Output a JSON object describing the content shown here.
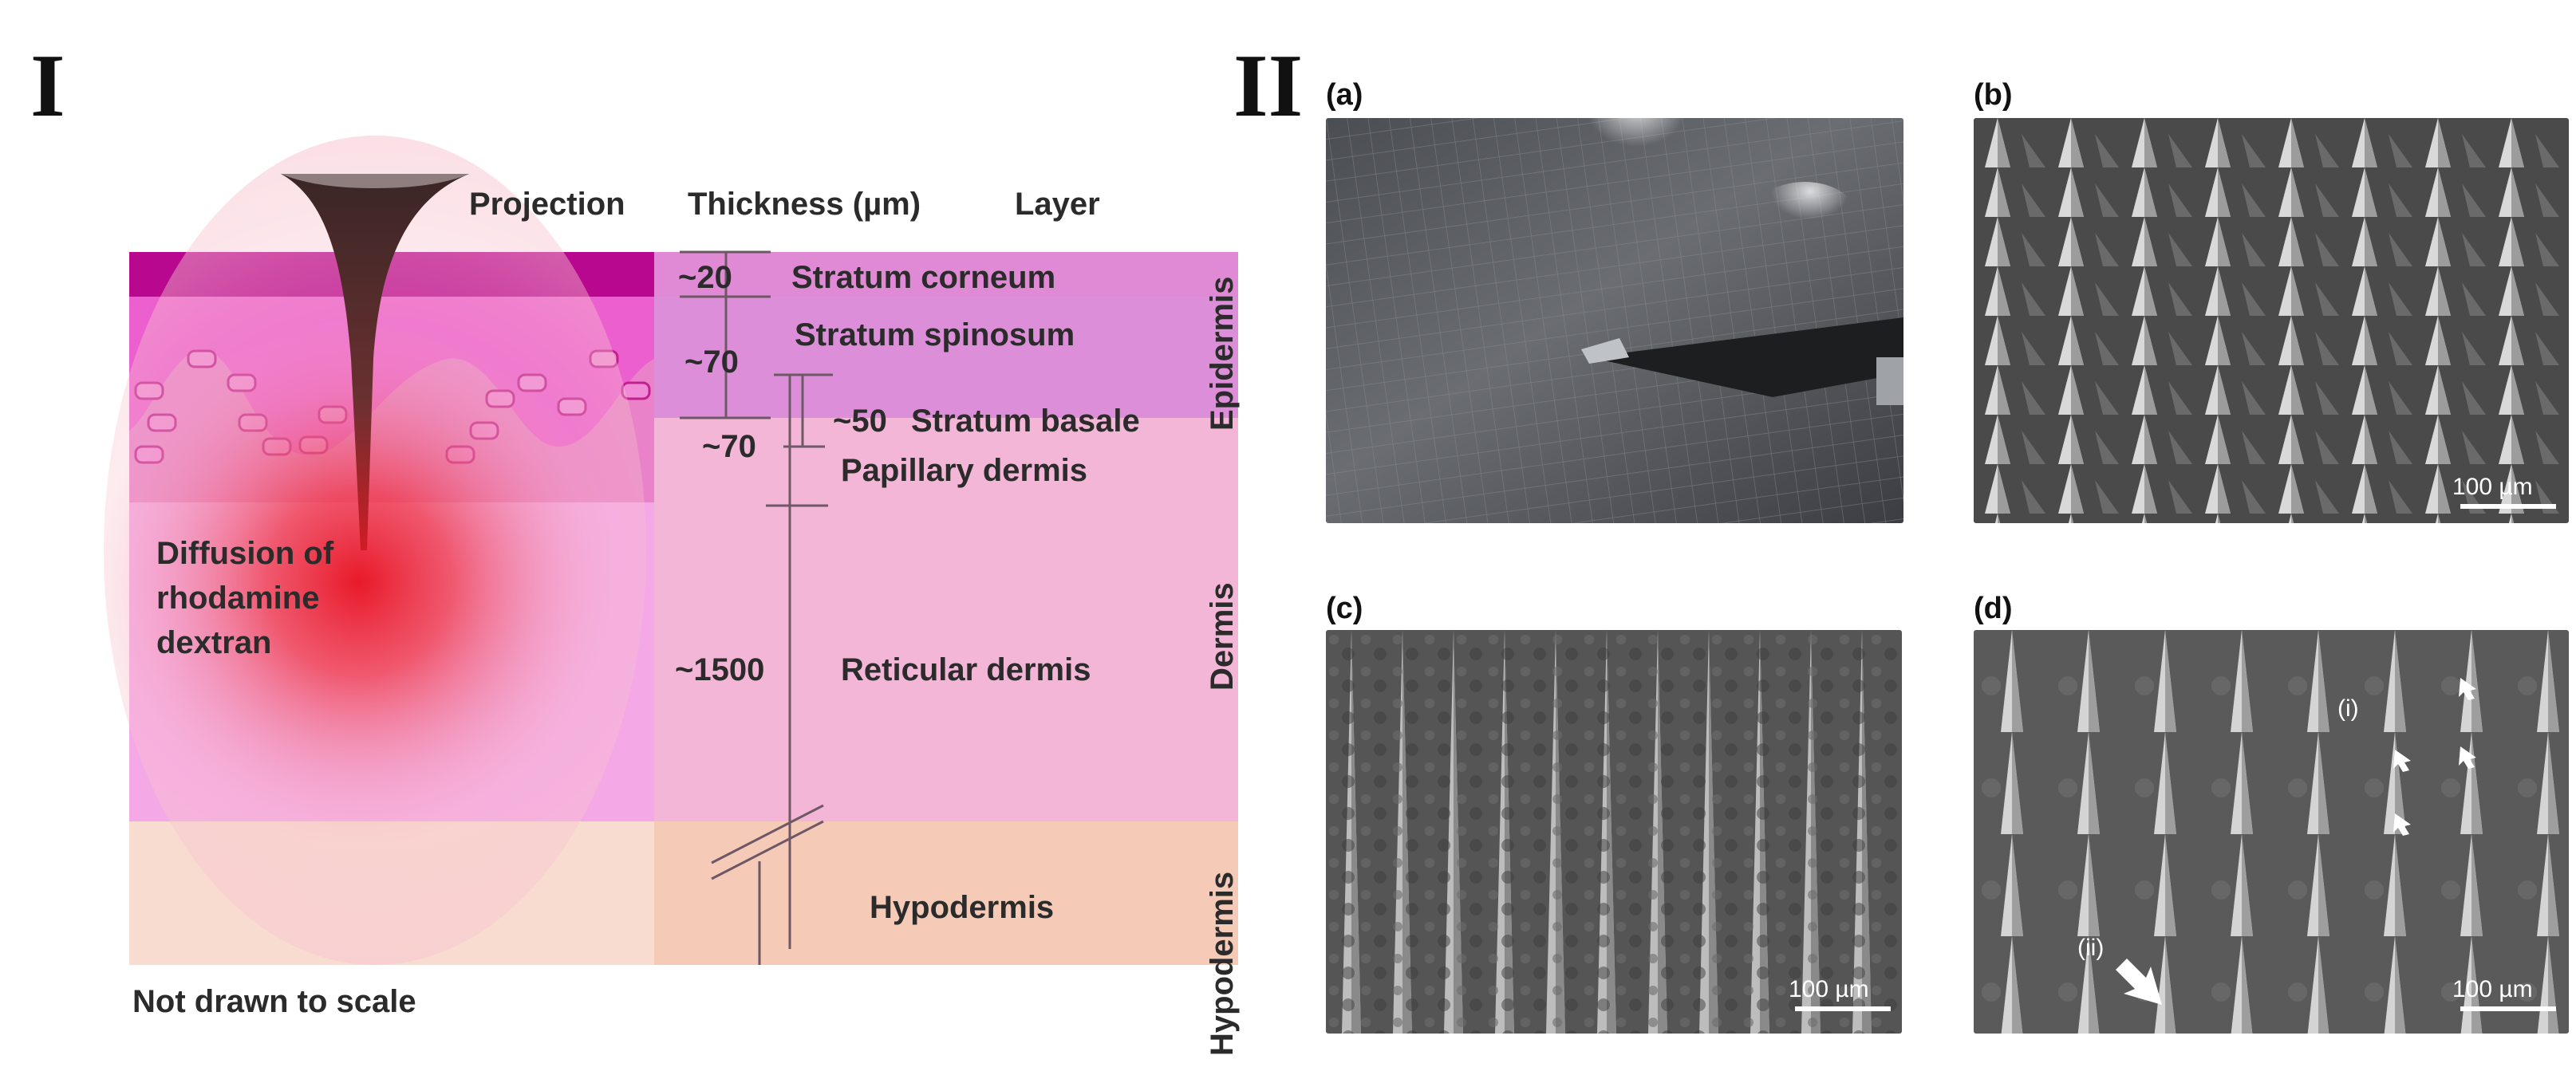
{
  "panels": {
    "left_label": "I",
    "right_label": "II"
  },
  "diagram": {
    "headers": {
      "projection": "Projection",
      "thickness": "Thickness (µm)",
      "layer": "Layer"
    },
    "thickness_values": {
      "stratum_corneum": "~20",
      "stratum_spinosum": "~70",
      "stratum_basale": "~50",
      "papillary_dermis": "~70",
      "reticular_dermis": "~1500"
    },
    "layer_names": {
      "stratum_corneum": "Stratum corneum",
      "stratum_spinosum": "Stratum spinosum",
      "stratum_basale": "Stratum basale",
      "papillary_dermis": "Papillary dermis",
      "reticular_dermis": "Reticular dermis",
      "hypodermis": "Hypodermis"
    },
    "group_labels": {
      "epidermis": "Epidermis",
      "dermis": "Dermis",
      "hypodermis": "Hypodermis"
    },
    "diffusion_label": [
      "Diffusion of",
      "rhodamine",
      "dextran"
    ],
    "note": "Not drawn to scale"
  },
  "photos": {
    "a": {
      "label": "(a)"
    },
    "b": {
      "label": "(b)",
      "scale": "100 µm"
    },
    "c": {
      "label": "(c)",
      "scale": "100 µm"
    },
    "d": {
      "label": "(d)",
      "scale": "100 µm",
      "annot_i": "(i)",
      "annot_ii": "(ii)"
    }
  }
}
